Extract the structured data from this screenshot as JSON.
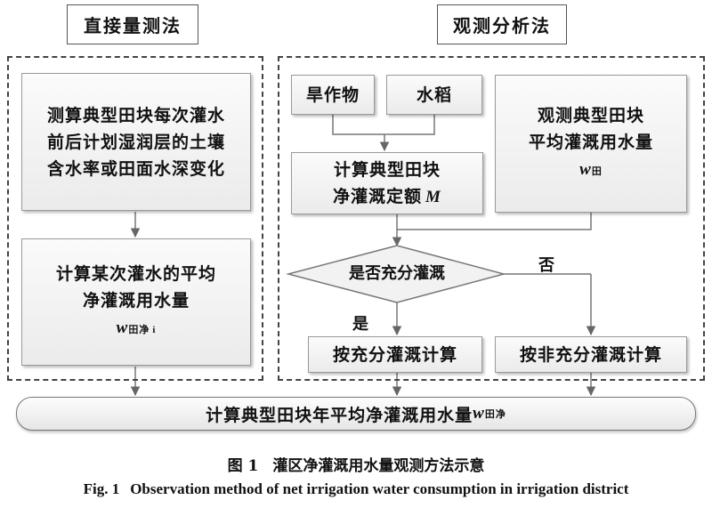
{
  "headers": {
    "direct": "直接量测法",
    "analysis": "观测分析法"
  },
  "left": {
    "box1": [
      "测算典型田块每次灌水",
      "前后计划湿润层的土壤",
      "含水率或田面水深变化"
    ],
    "box2": [
      "计算某次灌水的平均",
      "净灌溉用水量"
    ],
    "box2_symbol": "w",
    "box2_sub": "田净",
    "box2_index": "i"
  },
  "right": {
    "dry_crops": "旱作物",
    "rice": "水稻",
    "quota": [
      "计算典型田块",
      "净灌溉定额"
    ],
    "quota_symbol": "M",
    "observe": [
      "观测典型田块",
      "平均灌溉用水量"
    ],
    "observe_symbol": "w",
    "observe_sub": "田",
    "decision": "是否充分灌溉",
    "yes": "是",
    "no": "否",
    "full_calc": "按充分灌溉计算",
    "nonfull_calc": "按非充分灌溉计算"
  },
  "bottom": {
    "text": "计算典型田块年平均净灌溉用水量",
    "symbol": "w",
    "sub": "田净"
  },
  "caption": {
    "cn_num": "图 1",
    "cn_text": "灌区净灌溉用水量观测方法示意",
    "en_num": "Fig. 1",
    "en_text": "Observation method of net irrigation water consumption in irrigation district"
  }
}
